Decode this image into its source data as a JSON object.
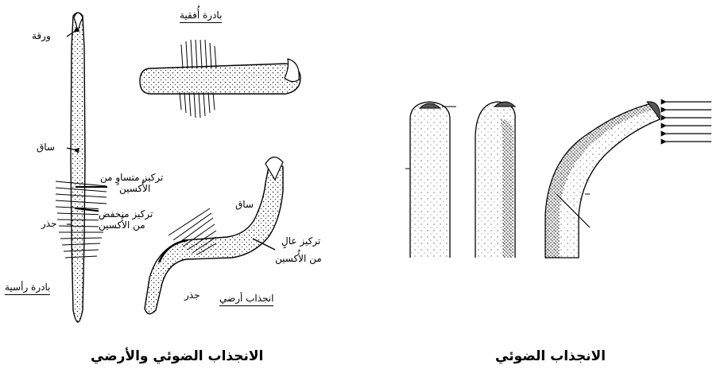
{
  "left_figure": {
    "vertical_seedling": {
      "leaf": "ورقة",
      "stem": "ساق",
      "equal_auxin_line1": "تركيز متساوٍ من",
      "equal_auxin_line2": "الأُكسين",
      "low_auxin_line1": "تركيز منخفض",
      "low_auxin_line2": "من الأُكسين",
      "root": "جذر",
      "title": "بادرة رأسية"
    },
    "horizontal_seedling": {
      "title": "بادرة أُفقية"
    },
    "geotropism_seedling": {
      "stem": "ساق",
      "high_auxin_line1": "تركيز عالٍ",
      "high_auxin_line2": "من الأُكسين",
      "root": "جذر",
      "title": "انجذاب أرضي"
    },
    "caption": "الانجذاب الضوئي والأرضي"
  },
  "right_figure": {
    "caption": "الانجذاب الضوئي"
  }
}
